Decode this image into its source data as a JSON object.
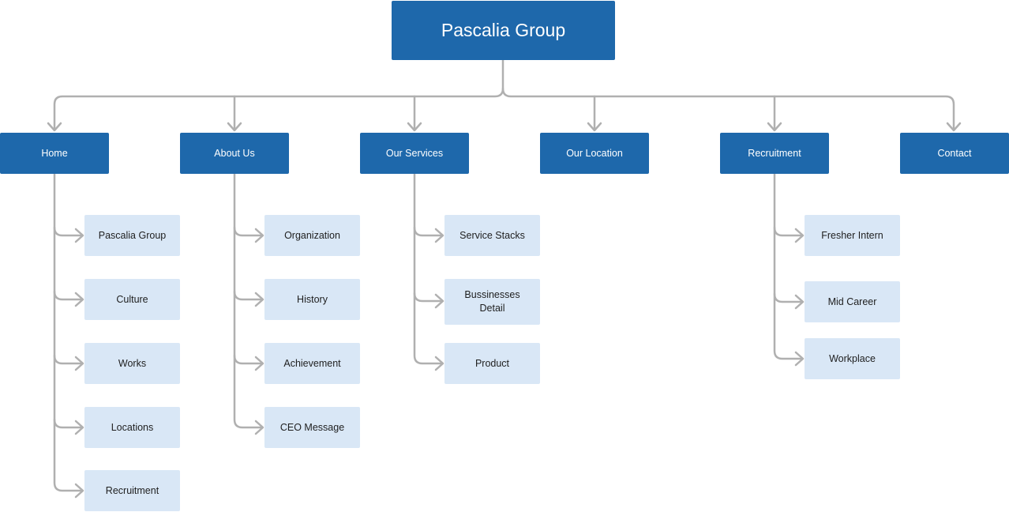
{
  "root": {
    "label": "Pascalia Group"
  },
  "sections": [
    {
      "id": "home",
      "label": "Home",
      "children": [
        "Pascalia Group",
        "Culture",
        "Works",
        "Locations",
        "Recruitment"
      ]
    },
    {
      "id": "about-us",
      "label": "About Us",
      "children": [
        "Organization",
        "History",
        "Achievement",
        "CEO Message"
      ]
    },
    {
      "id": "our-services",
      "label": "Our Services",
      "children": [
        "Service Stacks",
        "Bussinesses Detail",
        "Product"
      ]
    },
    {
      "id": "our-location",
      "label": "Our Location",
      "children": []
    },
    {
      "id": "recruitment",
      "label": "Recruitment",
      "children": [
        "Fresher Intern",
        "Mid Career",
        "Workplace"
      ]
    },
    {
      "id": "contact",
      "label": "Contact",
      "children": []
    }
  ],
  "colors": {
    "section_fill": "#1e68ab",
    "child_fill": "#d9e7f6",
    "connector": "#b0b0b0"
  }
}
